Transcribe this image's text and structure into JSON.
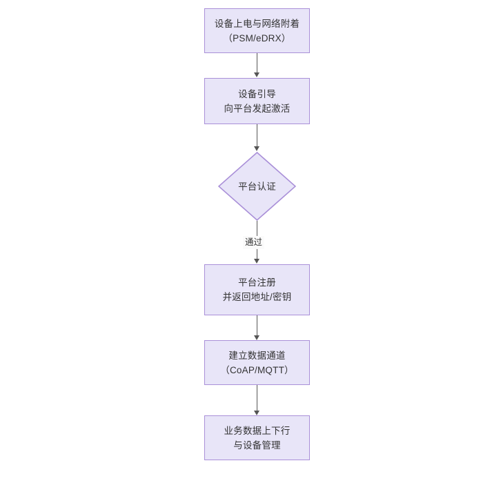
{
  "diagram": {
    "type": "flowchart",
    "orientation": "top-to-bottom",
    "background_color": "#ffffff",
    "node_fill_color": "#e8e5f8",
    "node_border_color": "#a98fd8",
    "edge_color": "#555555",
    "text_color": "#333333",
    "nodes": [
      {
        "id": "n1",
        "shape": "rectangle",
        "label": "设备上电与网络附着\n（PSM/eDRX）"
      },
      {
        "id": "n2",
        "shape": "rectangle",
        "label": "设备引导\n向平台发起激活"
      },
      {
        "id": "n3",
        "shape": "diamond",
        "label": "平台认证"
      },
      {
        "id": "n4",
        "shape": "rectangle",
        "label": "平台注册\n并返回地址/密钥"
      },
      {
        "id": "n5",
        "shape": "rectangle",
        "label": "建立数据通道\n（CoAP/MQTT）"
      },
      {
        "id": "n6",
        "shape": "rectangle",
        "label": "业务数据上下行\n与设备管理"
      }
    ],
    "edges": [
      {
        "id": "e1",
        "from": "n1",
        "to": "n2",
        "label": ""
      },
      {
        "id": "e2",
        "from": "n2",
        "to": "n3",
        "label": ""
      },
      {
        "id": "e3",
        "from": "n3",
        "to": "n4",
        "label": "通过"
      },
      {
        "id": "e4",
        "from": "n4",
        "to": "n5",
        "label": ""
      },
      {
        "id": "e5",
        "from": "n5",
        "to": "n6",
        "label": ""
      }
    ]
  }
}
